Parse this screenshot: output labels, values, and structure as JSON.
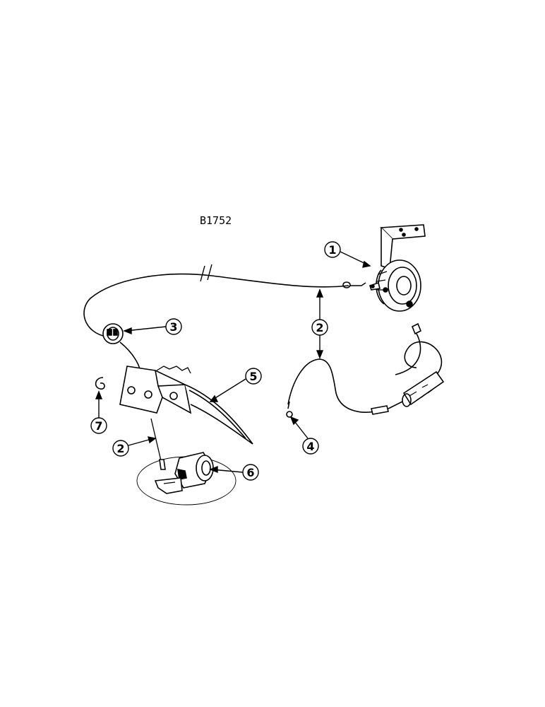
{
  "figure": {
    "id": "B1752"
  },
  "callouts": [
    {
      "label": "1",
      "part": "horn"
    },
    {
      "label": "2",
      "part": "wire-harness"
    },
    {
      "label": "2",
      "part": "wire-harness"
    },
    {
      "label": "2",
      "part": "wire-harness"
    },
    {
      "label": "3",
      "part": "grommet"
    },
    {
      "label": "4",
      "part": "ground-wire"
    },
    {
      "label": "5",
      "part": "mounting-plate"
    },
    {
      "label": "6",
      "part": "horn-switch"
    },
    {
      "label": "7",
      "part": "clip"
    }
  ],
  "colors": {
    "ink": "#000000",
    "paper": "#ffffff"
  }
}
